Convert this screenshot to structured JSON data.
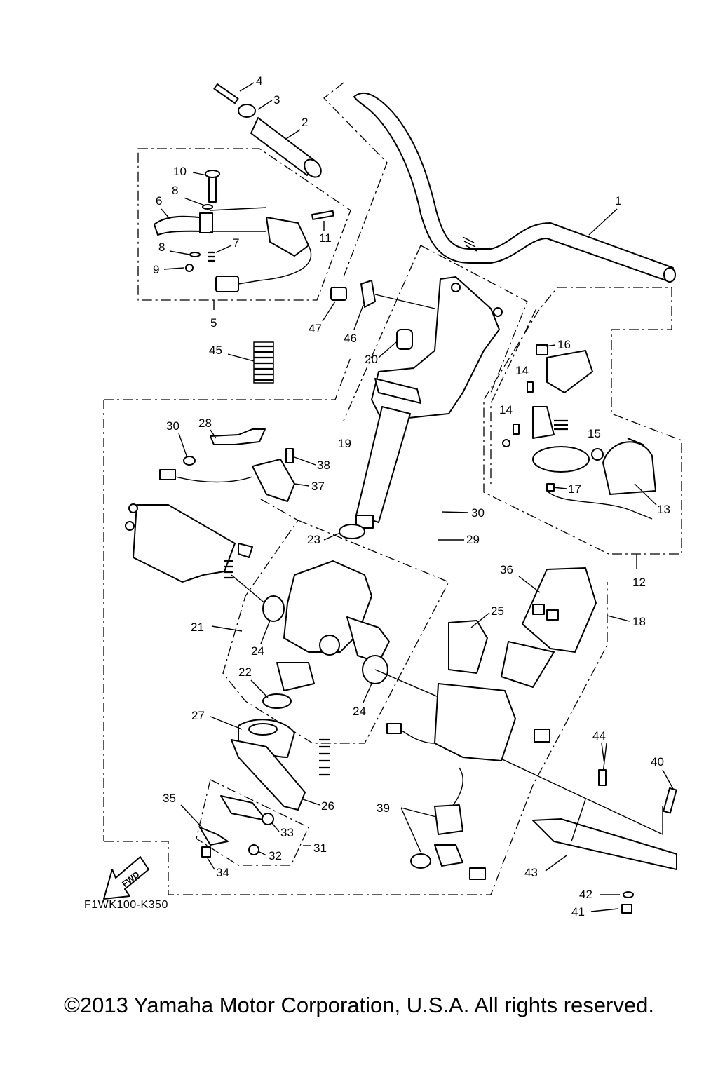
{
  "diagram_code": "F1WK100-K350",
  "copyright": "©2013 Yamaha Motor Corporation, U.S.A. All rights reserved.",
  "fwd_label": "FWD",
  "callouts": [
    "1",
    "2",
    "3",
    "4",
    "5",
    "6",
    "7",
    "8",
    "8",
    "9",
    "10",
    "11",
    "12",
    "13",
    "14",
    "14",
    "15",
    "16",
    "17",
    "18",
    "19",
    "20",
    "21",
    "22",
    "23",
    "24",
    "24",
    "25",
    "26",
    "27",
    "28",
    "29",
    "30",
    "30",
    "31",
    "32",
    "33",
    "34",
    "35",
    "36",
    "37",
    "38",
    "39",
    "40",
    "41",
    "42",
    "43",
    "44",
    "45",
    "46",
    "47"
  ]
}
